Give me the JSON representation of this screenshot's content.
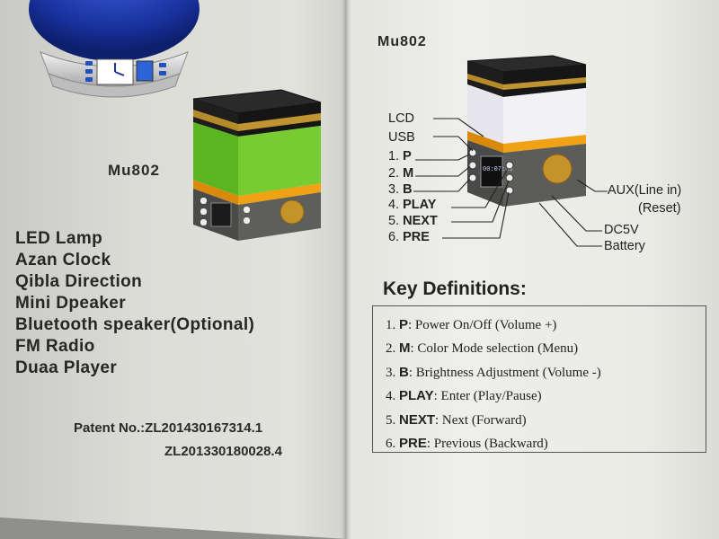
{
  "left_page": {
    "model": "Mu802",
    "features": [
      "LED Lamp",
      "Azan Clock",
      "Qibla Direction",
      "Mini Dpeaker",
      "Bluetooth speaker(Optional)",
      "FM Radio",
      "Duaa Player"
    ],
    "patent_line1": "Patent No.:ZL201430167314.1",
    "patent_line2": "ZL201330180028.4"
  },
  "right_page": {
    "model": "Mu802",
    "diagram": {
      "lcd": "LCD",
      "usb": "USB",
      "p_num": "1.",
      "p_key": "P",
      "m_num": "2.",
      "m_key": "M",
      "b_num": "3.",
      "b_key": "B",
      "play_num": "4.",
      "play_key": "PLAY",
      "next_num": "5.",
      "next_key": "NEXT",
      "pre_num": "6.",
      "pre_key": "PRE",
      "aux1": "AUX(Line in)",
      "aux2": "(Reset)",
      "dc": "DC5V",
      "battery": "Battery",
      "screen_time": "00:07:39"
    },
    "key_title": "Key Definitions:",
    "keys": [
      {
        "num": "1.",
        "key": "P",
        "desc": ": Power On/Off (Volume +)"
      },
      {
        "num": "2.",
        "key": "M",
        "desc": ": Color Mode selection (Menu)"
      },
      {
        "num": "3.",
        "key": "B",
        "desc": ": Brightness Adjustment (Volume -)"
      },
      {
        "num": "4.",
        "key": "PLAY",
        "desc": ": Enter (Play/Pause)"
      },
      {
        "num": "5.",
        "key": "NEXT",
        "desc": ": Next (Forward)"
      },
      {
        "num": "6.",
        "key": "PRE",
        "desc": ": Previous (Backward)"
      }
    ]
  },
  "colors": {
    "green_glow": "#6ec22a",
    "gold_band": "#e59a10",
    "kaaba_black": "#1f1f1f",
    "blue_globe": "#1a3aa8"
  }
}
